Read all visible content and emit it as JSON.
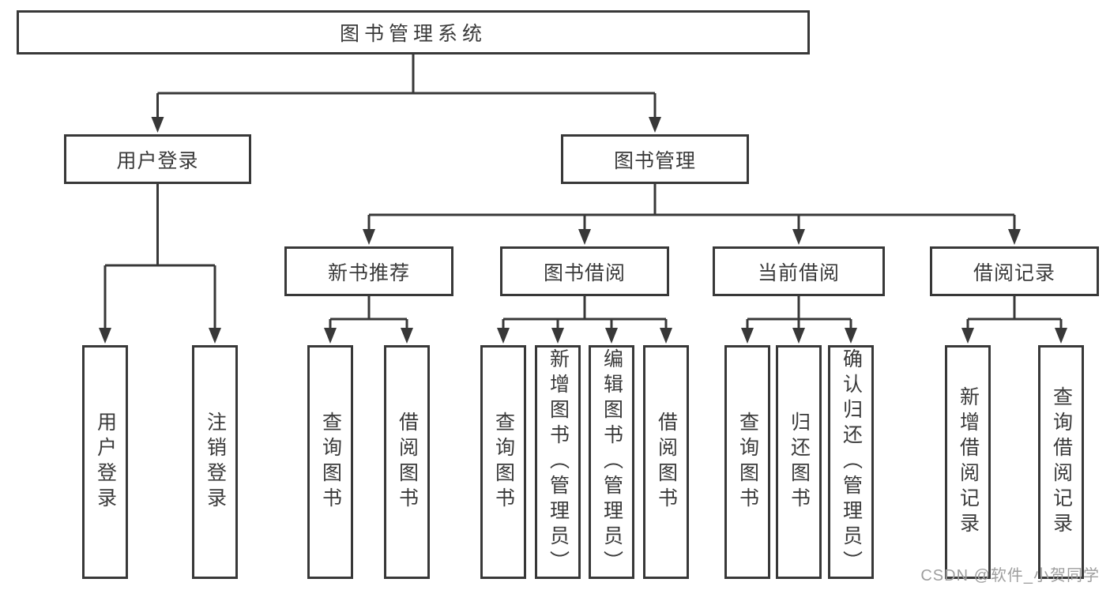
{
  "nodes": {
    "root": "图书管理系统",
    "level2": {
      "user_login": "用户登录",
      "book_mgmt": "图书管理"
    },
    "level3": {
      "new_books": "新书推荐",
      "borrow": "图书借阅",
      "current": "当前借阅",
      "records": "借阅记录"
    },
    "leaves": {
      "login": "用户登录",
      "logout": "注销登录",
      "nb_query": "查询图书",
      "nb_borrow": "借阅图书",
      "bw_query": "查询图书",
      "bw_add": "新增图书（管理员）",
      "bw_edit": "编辑图书（管理员）",
      "bw_borrow": "借阅图书",
      "cur_query": "查询图书",
      "cur_return": "归还图书",
      "cur_confirm": "确认归还（管理员）",
      "rec_add": "新增借阅记录",
      "rec_query": "查询借阅记录"
    }
  },
  "watermark": "CSDN @软件_小贺同学",
  "colors": {
    "line": "#383838",
    "box_border": "#383838",
    "box_bg": "#ffffff",
    "text": "#3a3a3a",
    "watermark": "#9e9e9e"
  }
}
